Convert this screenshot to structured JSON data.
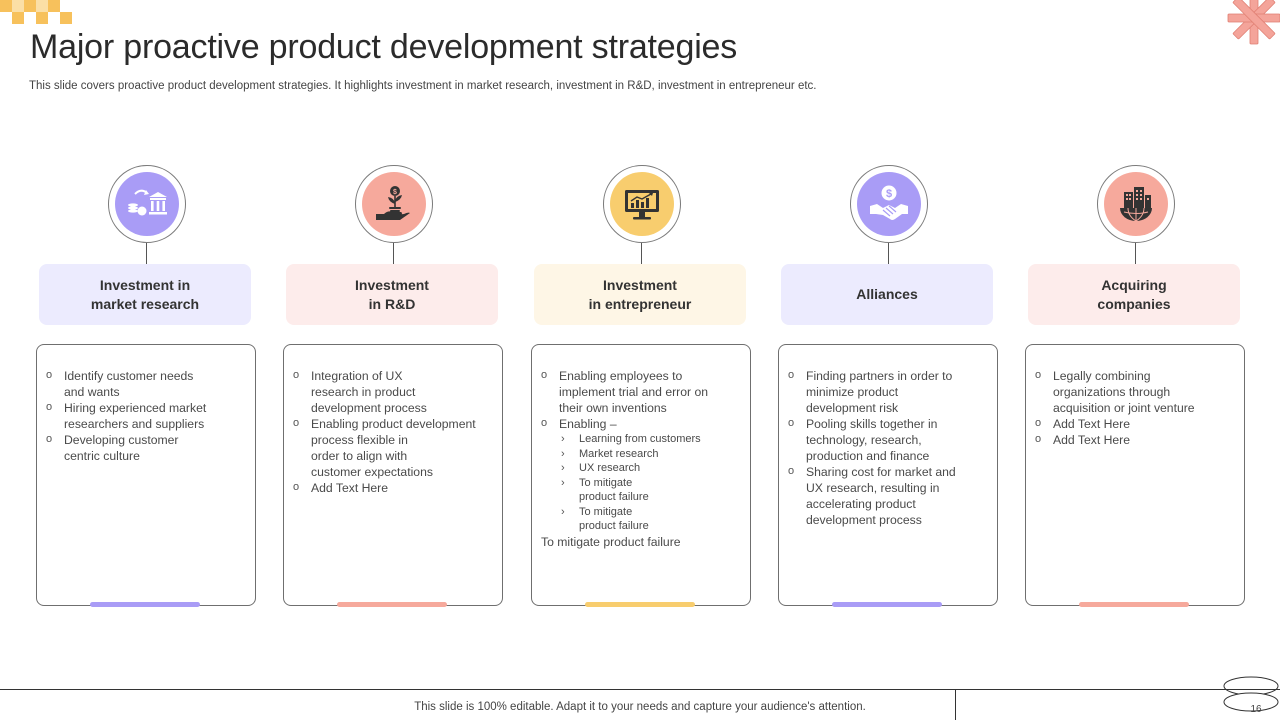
{
  "slide": {
    "title": "Major proactive product development strategies",
    "subtitle": "This slide covers proactive product development strategies. It highlights investment in market research, investment in R&D, investment in entrepreneur etc.",
    "footer": "This slide is 100% editable. Adapt it to your needs and capture your audience's attention.",
    "page_number": "16"
  },
  "colors": {
    "purple": "#a99cf6",
    "salmon": "#f6a99c",
    "yellow": "#f8cd6e",
    "purple_light": "#ecebfe",
    "salmon_light": "#fdeceb",
    "yellow_light": "#fef6e6",
    "checker": "#f7c15c",
    "star": "#f4a49a"
  },
  "columns": [
    {
      "icon": "money-bank-icon",
      "heading": [
        "Investment in",
        "market research"
      ],
      "items": [
        [
          "Identify customer needs",
          "and wants"
        ],
        [
          "Hiring experienced market",
          "researchers and suppliers"
        ],
        [
          "Developing customer",
          "centric culture"
        ]
      ]
    },
    {
      "icon": "plant-money-hand-icon",
      "heading": [
        "Investment",
        "in R&D"
      ],
      "items": [
        [
          "Integration of UX",
          "research in product",
          "development process"
        ],
        [
          "Enabling product development",
          "process flexible in",
          "order to align with",
          "customer expectations"
        ],
        [
          "Add Text Here"
        ]
      ]
    },
    {
      "icon": "monitor-growth-icon",
      "heading": [
        "Investment",
        "in entrepreneur"
      ],
      "items": [
        [
          "Enabling employees to",
          "implement trial and error on",
          "their own inventions"
        ],
        [
          "Enabling –"
        ]
      ],
      "subitems": [
        [
          "Learning from customers"
        ],
        [
          "Market research"
        ],
        [
          "UX research"
        ],
        [
          "To mitigate",
          "product failure"
        ],
        [
          "To mitigate",
          "product failure"
        ]
      ],
      "trailing": "To mitigate product failure"
    },
    {
      "icon": "handshake-dollar-icon",
      "heading": [
        "Alliances"
      ],
      "items": [
        [
          "Finding partners in order to",
          "minimize product",
          "development risk"
        ],
        [
          "Pooling skills together in",
          "technology, research,",
          "production and finance"
        ],
        [
          "Sharing cost for market and",
          "UX research, resulting in",
          "accelerating product",
          "development process"
        ]
      ]
    },
    {
      "icon": "globe-buildings-icon",
      "heading": [
        "Acquiring",
        "companies"
      ],
      "items": [
        [
          "Legally combining",
          "organizations through",
          "acquisition or joint venture"
        ],
        [
          "Add Text Here"
        ],
        [
          "Add Text Here"
        ]
      ]
    }
  ]
}
